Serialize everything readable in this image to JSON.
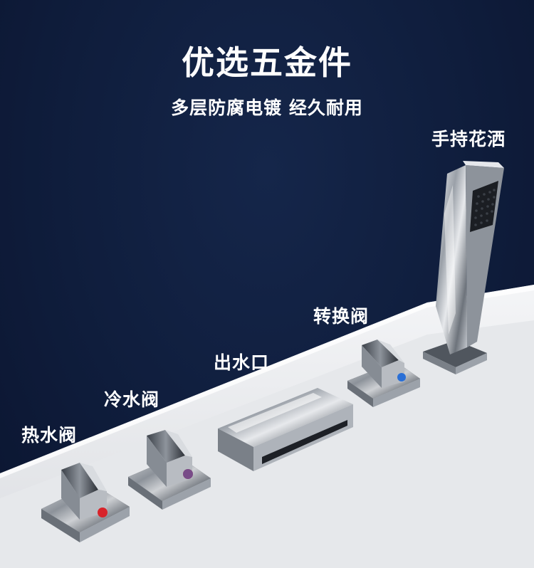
{
  "headline": "优选五金件",
  "tagline": "多层防腐电镀  经久耐用",
  "labels": {
    "hand_shower": "手持花洒",
    "diverter": "转换阀",
    "spout": "出水口",
    "cold_valve": "冷水阀",
    "hot_valve": "热水阀"
  },
  "colors": {
    "background": "#0f1c3a",
    "hot_indicator": "#d8232a",
    "cold_indicator": "#2a6fd6",
    "chrome": "#c9cdd3"
  }
}
